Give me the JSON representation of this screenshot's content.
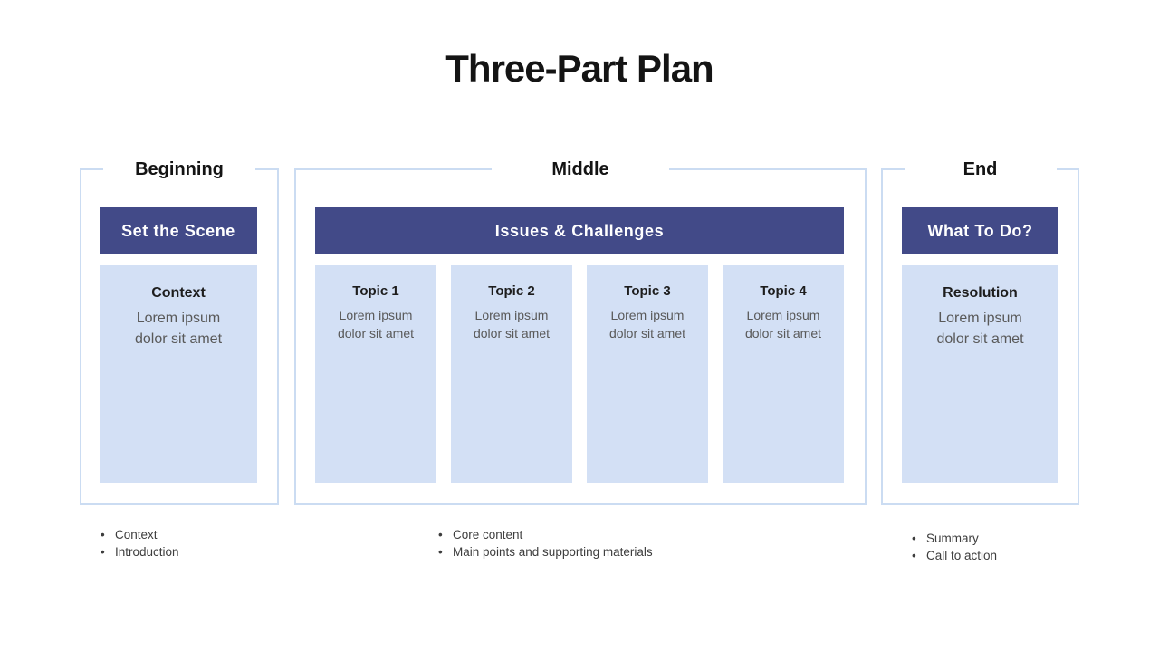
{
  "slide": {
    "title": "Three-Part Plan"
  },
  "colors": {
    "navy": "#424A88",
    "lightblue": "#D3E0F5",
    "borderblue": "#CBDCF2",
    "heading": "#141414",
    "bodytext": "#595959",
    "notetext": "#3D3D3D"
  },
  "sections": [
    {
      "label": "Beginning",
      "header": "Set the Scene",
      "cards": [
        {
          "title": "Context",
          "body": "Lorem ipsum\ndolor sit amet"
        }
      ],
      "notes": [
        "Context",
        "Introduction"
      ]
    },
    {
      "label": "Middle",
      "header": "Issues & Challenges",
      "cards": [
        {
          "title": "Topic 1",
          "body": "Lorem ipsum\ndolor sit amet"
        },
        {
          "title": "Topic 2",
          "body": "Lorem ipsum\ndolor sit amet"
        },
        {
          "title": "Topic 3",
          "body": "Lorem ipsum\ndolor sit amet"
        },
        {
          "title": "Topic 4",
          "body": "Lorem ipsum\ndolor sit amet"
        }
      ],
      "notes": [
        "Core content",
        "Main points and supporting materials"
      ]
    },
    {
      "label": "End",
      "header": "What To Do?",
      "cards": [
        {
          "title": "Resolution",
          "body": "Lorem ipsum\ndolor sit amet"
        }
      ],
      "notes": [
        "Summary",
        "Call to action"
      ]
    }
  ]
}
